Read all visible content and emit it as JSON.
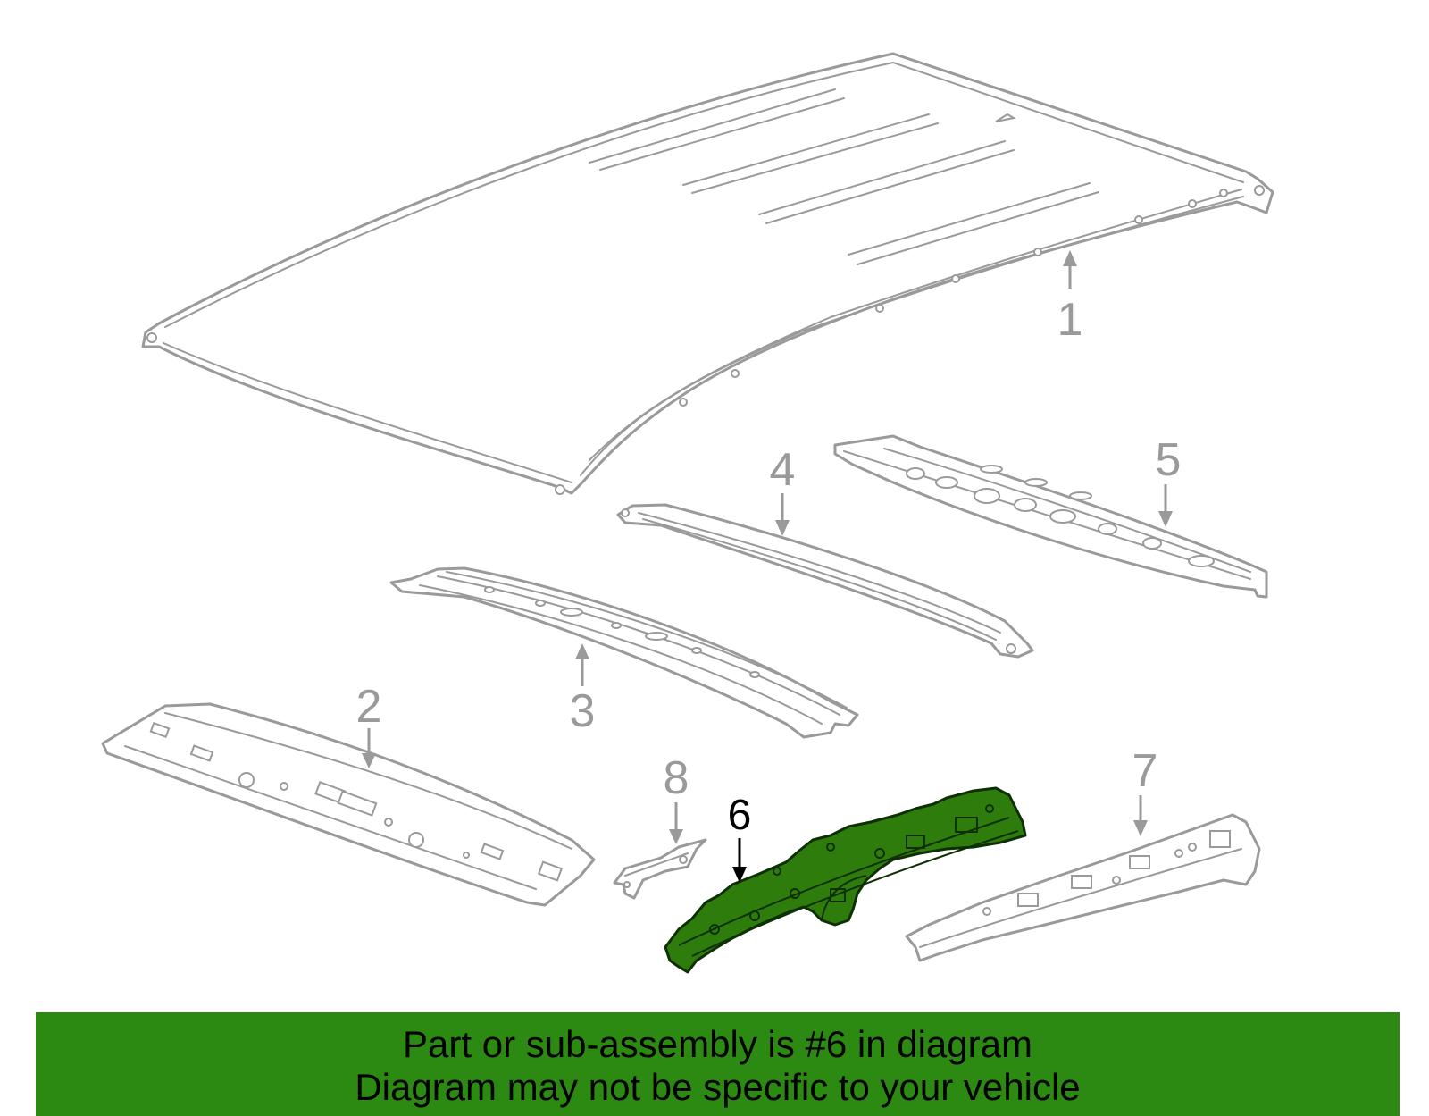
{
  "callouts": {
    "c1": "1",
    "c2": "2",
    "c3": "3",
    "c4": "4",
    "c5": "5",
    "c6": "6",
    "c7": "7",
    "c8": "8"
  },
  "highlight": {
    "part": "6",
    "fill_color": "#2e7d0c",
    "outline_color": "#0f2f04"
  },
  "colors": {
    "line_gray": "#9a9a9a",
    "banner_green": "#2c8a12"
  },
  "banner": {
    "line1": "Part or sub-assembly is #6 in diagram",
    "line2": "Diagram may not be specific to your vehicle"
  }
}
